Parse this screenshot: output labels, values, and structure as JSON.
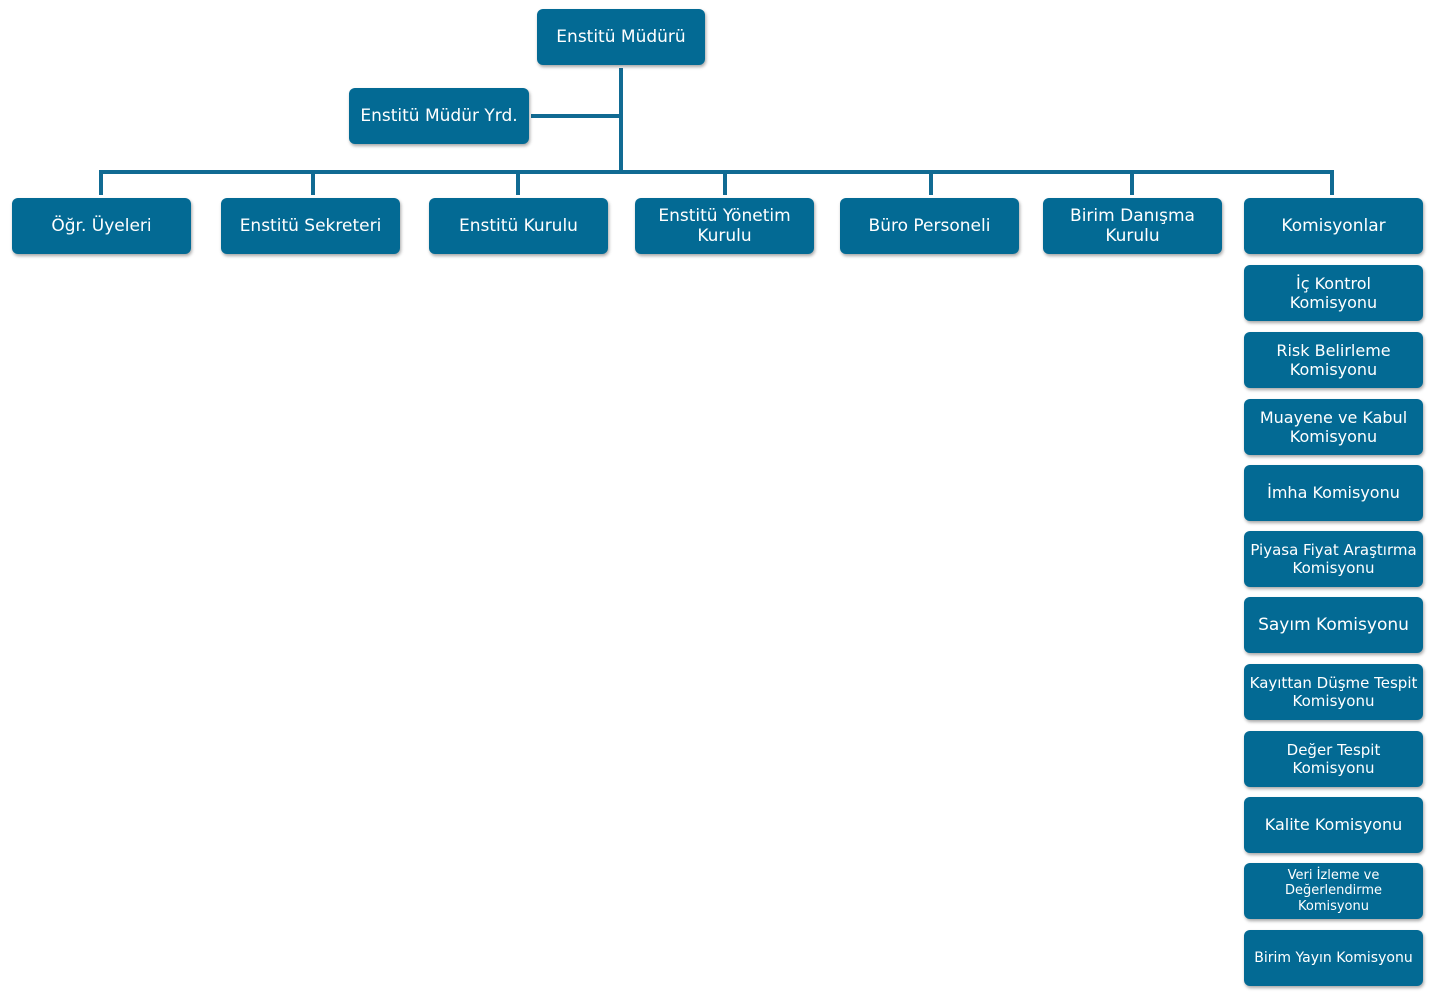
{
  "root": {
    "label": "Enstitü Müdürü"
  },
  "deputy": {
    "label": "Enstitü Müdür Yrd."
  },
  "units": [
    {
      "label": "Öğr. Üyeleri"
    },
    {
      "label": "Enstitü Sekreteri"
    },
    {
      "label": "Enstitü Kurulu"
    },
    {
      "label": "Enstitü Yönetim\nKurulu"
    },
    {
      "label": "Büro Personeli"
    },
    {
      "label": "Birim Danışma\nKurulu"
    },
    {
      "label": "Komisyonlar"
    }
  ],
  "commissions": [
    {
      "label": "İç  Kontrol\nKomisyonu"
    },
    {
      "label": "Risk  Belirleme\nKomisyonu"
    },
    {
      "label": "Muayene ve Kabul\nKomisyonu"
    },
    {
      "label": "İmha Komisyonu"
    },
    {
      "label": "Piyasa Fiyat Araştırma\nKomisyonu"
    },
    {
      "label": "Sayım Komisyonu"
    },
    {
      "label": "Kayıttan Düşme Tespit\nKomisyonu"
    },
    {
      "label": "Değer Tespit Komisyonu"
    },
    {
      "label": "Kalite Komisyonu"
    },
    {
      "label": "Veri  İzleme  ve\nDeğerlendirme Komisyonu"
    },
    {
      "label": "Birim Yayın Komisyonu"
    }
  ],
  "colors": {
    "box": "#036a94",
    "connector": "#116b93",
    "text": "#ffffff"
  }
}
